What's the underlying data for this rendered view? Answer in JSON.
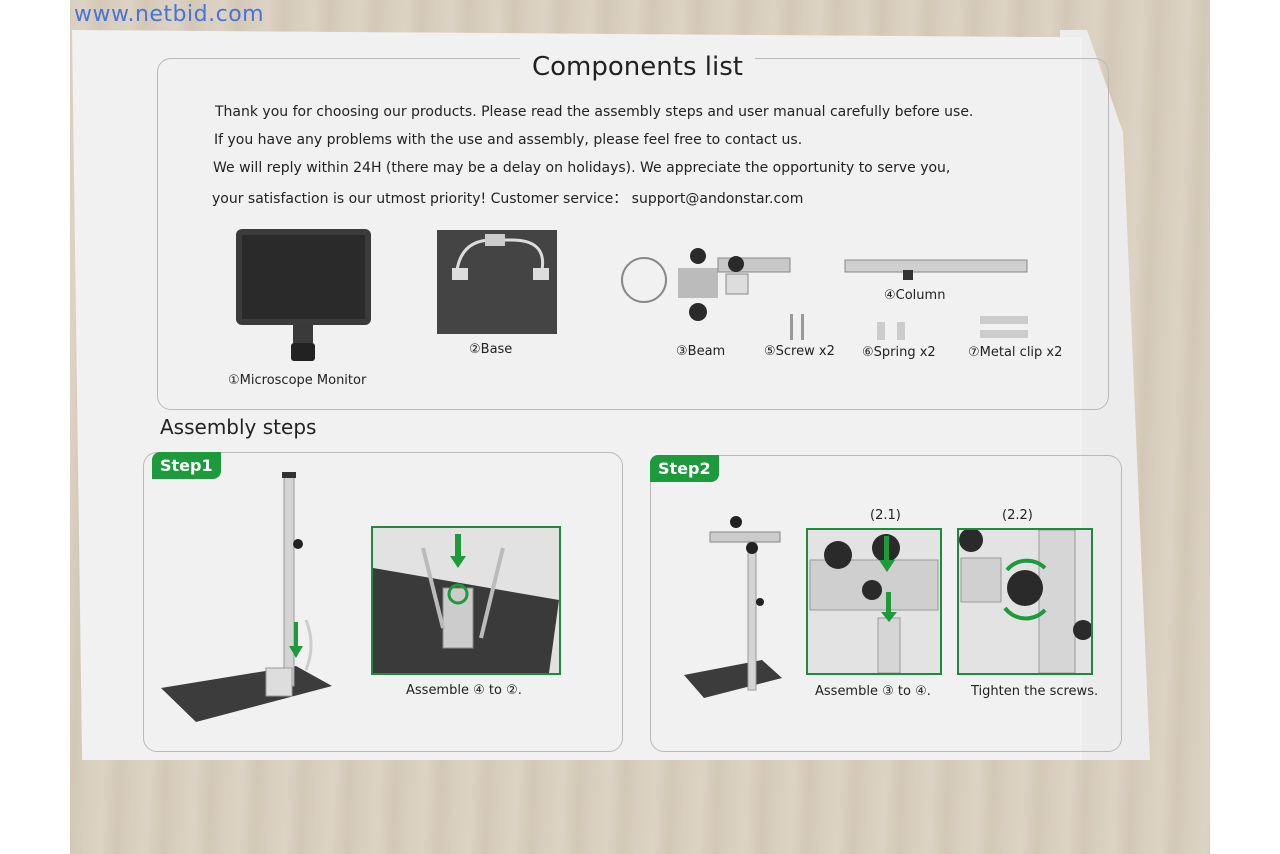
{
  "watermark": "www.netbid.com",
  "components": {
    "title": "Components list",
    "intro": [
      "Thank you for choosing our products. Please read the assembly steps and user manual carefully before use.",
      "If you have any problems with the use and assembly, please feel free to contact us.",
      "We will reply within 24H (there may be a delay on holidays). We appreciate the opportunity to serve you,",
      "your satisfaction is our utmost priority! Customer service： support@andonstar.com"
    ],
    "items": {
      "monitor": "①Microscope Monitor",
      "base": "②Base",
      "beam": "③Beam",
      "column": "④Column",
      "screw": "⑤Screw x2",
      "spring": "⑥Spring x2",
      "clip": "⑦Metal clip x2"
    }
  },
  "assembly": {
    "title": "Assembly steps",
    "step1": {
      "tag": "Step1",
      "caption": "Assemble ④ to ②."
    },
    "step2": {
      "tag": "Step2",
      "sub1": "(2.1)",
      "sub2": "(2.2)",
      "caption1": "Assemble ③ to ④.",
      "caption2": "Tighten the screws."
    }
  },
  "colors": {
    "accent_green": "#1d9b3c",
    "watermark_blue": "#4a73d6"
  }
}
